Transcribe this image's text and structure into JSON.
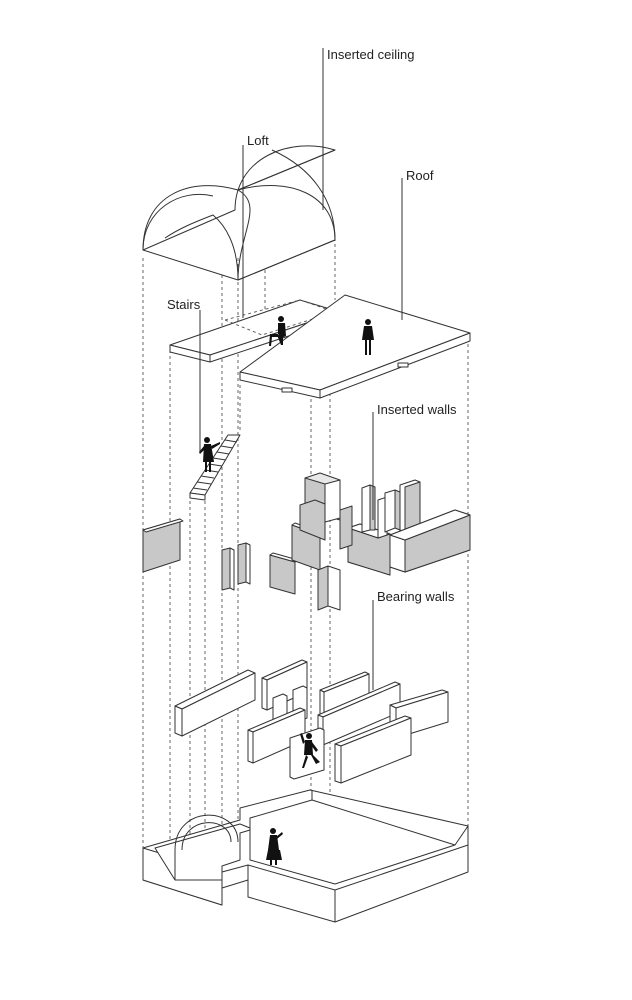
{
  "labels": {
    "inserted_ceiling": "Inserted ceiling",
    "loft": "Loft",
    "roof": "Roof",
    "stairs": "Stairs",
    "inserted_walls": "Inserted walls",
    "bearing_walls": "Bearing walls"
  },
  "colors": {
    "line": "#333333",
    "wall_fill_inserted": "#c8c8c8",
    "wall_fill_bearing": "#ffffff",
    "figure": "#111111"
  }
}
